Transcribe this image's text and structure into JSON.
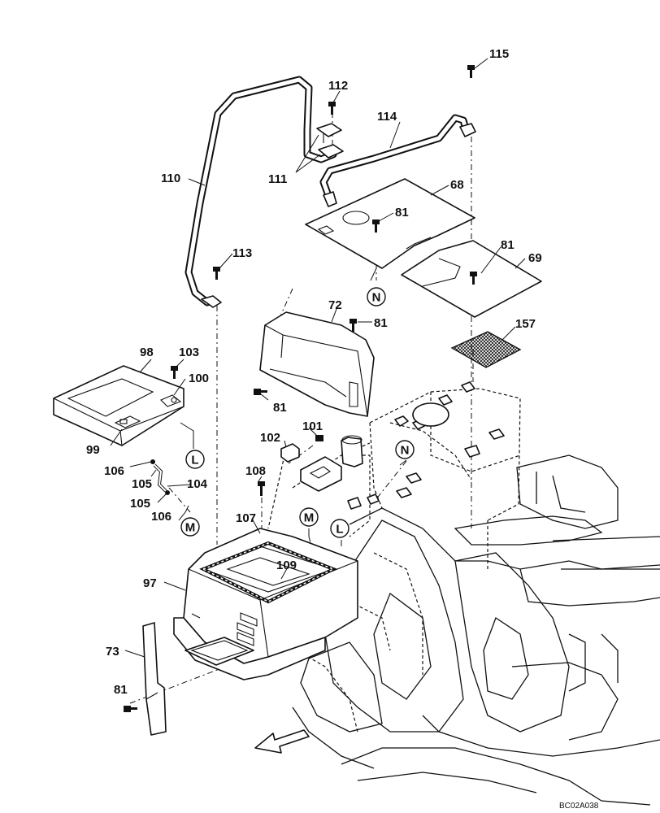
{
  "labels": {
    "p115": "115",
    "p112": "112",
    "p114": "114",
    "p110": "110",
    "p111": "111",
    "p68": "68",
    "p81a": "81",
    "p113": "113",
    "p81b": "81",
    "p69": "69",
    "p72": "72",
    "p81c": "81",
    "p157": "157",
    "p98": "98",
    "p103": "103",
    "p100": "100",
    "p81d": "81",
    "p99": "99",
    "p101": "101",
    "p102": "102",
    "p106a": "106",
    "p105a": "105",
    "p104": "104",
    "p108": "108",
    "p105b": "105",
    "p106b": "106",
    "p107": "107",
    "p109": "109",
    "p97": "97",
    "p73": "73",
    "p81e": "81"
  },
  "callouts": {
    "n1": "N",
    "n2": "N",
    "l1": "L",
    "l2": "L",
    "m1": "M",
    "m2": "M"
  },
  "drawing_code": "BC02A038"
}
